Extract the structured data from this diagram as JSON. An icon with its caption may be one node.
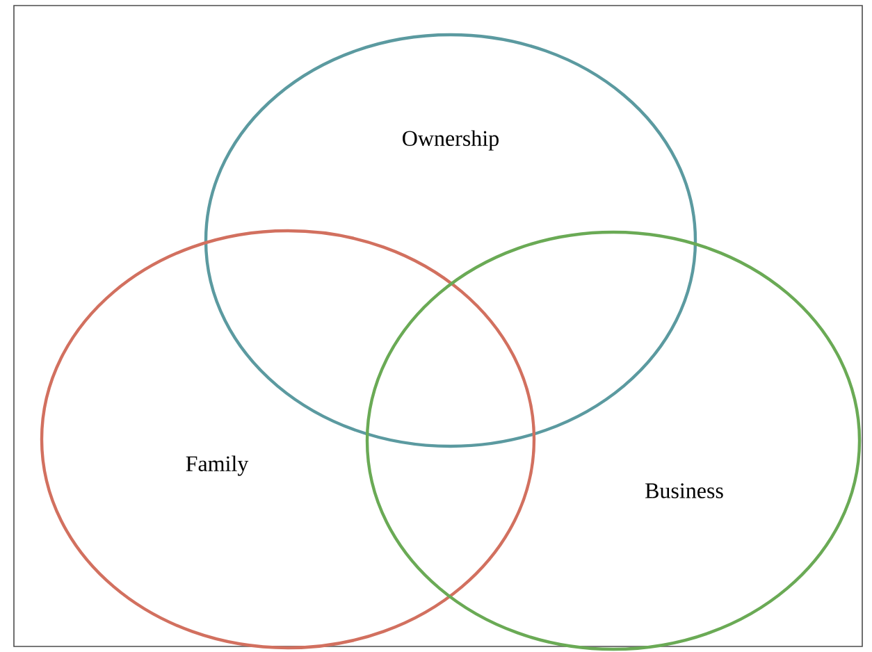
{
  "diagram": {
    "nodes": [
      {
        "text": [
          "Ownership"
        ]
      },
      {
        "text": [
          "Family"
        ]
      },
      {
        "text": [
          "Business"
        ]
      }
    ]
  }
}
